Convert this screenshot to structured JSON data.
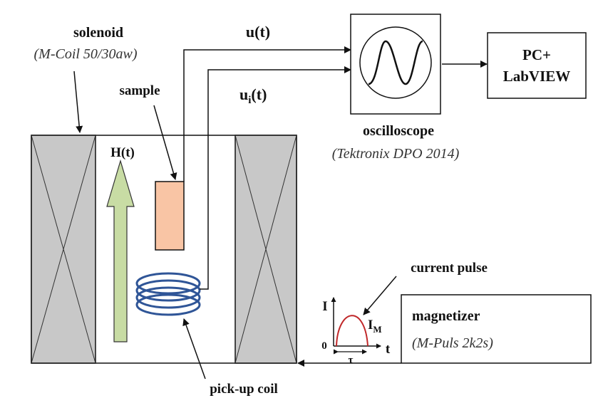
{
  "solenoid": {
    "label": "solenoid",
    "model": "(M-Coil 50/30aw)"
  },
  "sample": {
    "label": "sample"
  },
  "field": {
    "label": "H(t)"
  },
  "signals": {
    "u": "u(t)",
    "ui_main": "u",
    "ui_sub": "i",
    "ui_tail": "(t)"
  },
  "oscilloscope": {
    "label": "oscilloscope",
    "model": "(Tektronix DPO 2014)"
  },
  "pc": {
    "line1": "PC+",
    "line2": "LabVIEW"
  },
  "pulse": {
    "title": "current pulse",
    "axis_y": "I",
    "axis_x": "t",
    "origin": "0",
    "peak_main": "I",
    "peak_sub": "M",
    "width": "τ"
  },
  "magnetizer": {
    "label": "magnetizer",
    "model": "(M-Puls 2k2s)"
  },
  "pickup": {
    "label": "pick-up coil"
  },
  "colors": {
    "coil_fill": "#c8c8c8",
    "sample_fill": "#f9c5a5",
    "field_arrow": "#c8dca4",
    "pickup_coil": "#2f5597",
    "pulse_curve": "#c0282a"
  }
}
